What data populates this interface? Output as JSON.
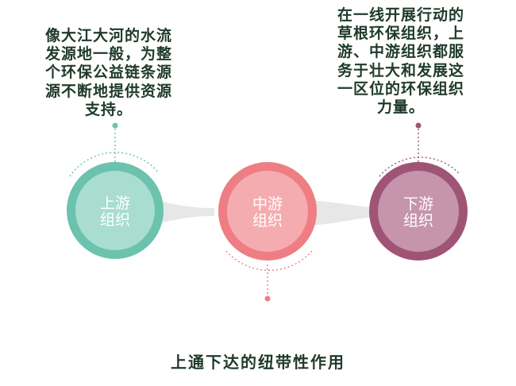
{
  "left_caption": [
    "像大江大河的水流",
    "发源地一般，为整",
    "个环保公益链条源",
    "源不断地提供资源",
    "支持。"
  ],
  "right_caption": [
    "在一线开展行动的",
    "草根环保组织，上",
    "游、中游组织都服",
    "务于壮大和发展这",
    "一区位的环保组织",
    "力量。"
  ],
  "nodes": [
    {
      "lines": [
        "上游",
        "组织"
      ],
      "color": "#6cc2ad"
    },
    {
      "lines": [
        "中游",
        "组织"
      ],
      "color": "#ee7d84"
    },
    {
      "lines": [
        "下游",
        "组织"
      ],
      "color": "#9f5476"
    }
  ],
  "footer": "上通下达的纽带性作用",
  "colors": {
    "connector": "#e6e6e6",
    "dark_text": "#1f3a2a"
  }
}
